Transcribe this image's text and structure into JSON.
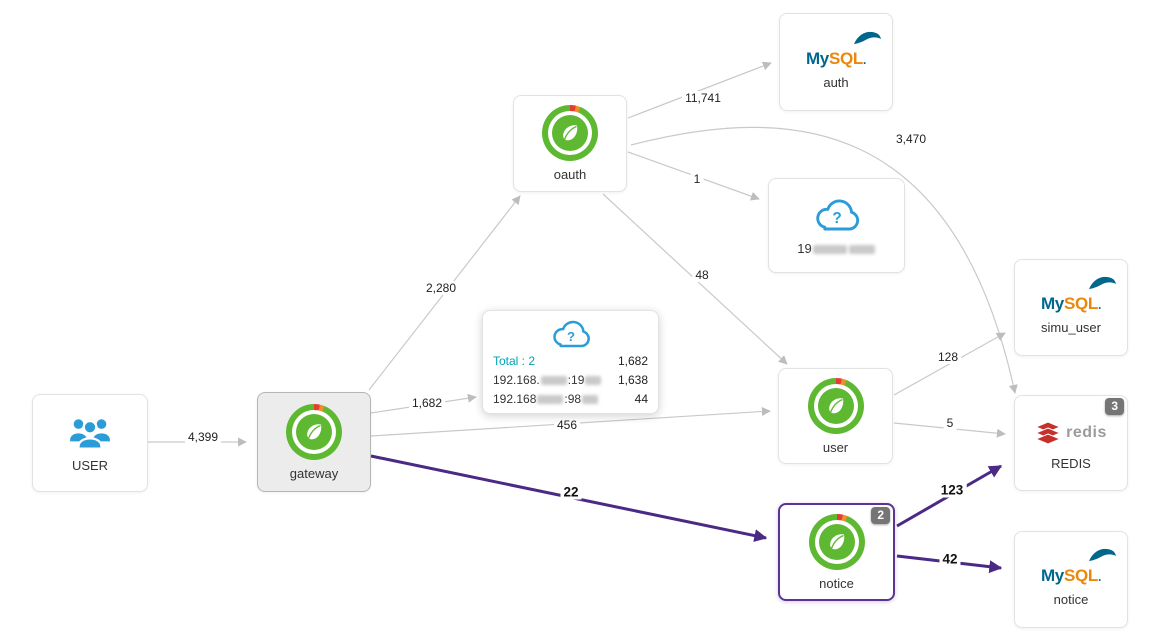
{
  "view": {
    "type": "service-map"
  },
  "colors": {
    "edge_gray": "#c9c9c9",
    "edge_highlight_purple": "#4b2a85",
    "spring_green": "#5fb832",
    "ring_warn_orange": "#ef8c2d",
    "ring_error_red": "#e53e30",
    "user_blue": "#2b9cd8",
    "cloud_blue": "#2b9cd8",
    "mysql_blue": "#00678c",
    "mysql_orange": "#e8880c",
    "redis_red": "#c6302b",
    "badge_gray": "#757575",
    "total_teal": "#00a3b8"
  },
  "logos": {
    "mysql_my": "My",
    "mysql_sql": "SQL",
    "mysql_dot": ".",
    "redis_wordmark": "redis",
    "cloud_question": "?"
  },
  "nodes": {
    "user": {
      "label": "USER"
    },
    "gateway": {
      "label": "gateway",
      "selected": true
    },
    "oauth": {
      "label": "oauth"
    },
    "auth_db": {
      "label": "auth"
    },
    "unknown_host": {
      "label_visible": "19"
    },
    "user_service": {
      "label": "user"
    },
    "notice_service": {
      "label": "notice",
      "badge": "2",
      "highlighted": true
    },
    "simu_user_db": {
      "label": "simu_user"
    },
    "redis": {
      "label": "REDIS",
      "badge": "3"
    },
    "notice_db": {
      "label": "notice"
    }
  },
  "unknown_group_popup": {
    "total_label": "Total : 2",
    "total_value": "1,682",
    "rows": [
      {
        "prefix": "192.168.",
        "mid": ":19",
        "value": "1,638"
      },
      {
        "prefix": "192.168",
        "mid": ":98",
        "value": "44"
      }
    ]
  },
  "edges": [
    {
      "from": "USER",
      "to": "gateway",
      "label": "4,399"
    },
    {
      "from": "gateway",
      "to": "oauth",
      "label": "2,280"
    },
    {
      "from": "gateway",
      "to": "unknown-group",
      "label": "1,682"
    },
    {
      "from": "gateway",
      "to": "user",
      "label": "456"
    },
    {
      "from": "gateway",
      "to": "notice",
      "label": "22",
      "highlighted": true
    },
    {
      "from": "oauth",
      "to": "auth",
      "label": "11,741"
    },
    {
      "from": "oauth",
      "to": "unknown-host",
      "label": "1"
    },
    {
      "from": "oauth",
      "to": "redis",
      "label": "3,470"
    },
    {
      "from": "oauth",
      "to": "user",
      "label": "48"
    },
    {
      "from": "user",
      "to": "simu_user",
      "label": "128"
    },
    {
      "from": "user",
      "to": "redis",
      "label": "5"
    },
    {
      "from": "notice",
      "to": "redis",
      "label": "123",
      "highlighted": true
    },
    {
      "from": "notice",
      "to": "notice_db",
      "label": "42",
      "highlighted": true
    }
  ]
}
